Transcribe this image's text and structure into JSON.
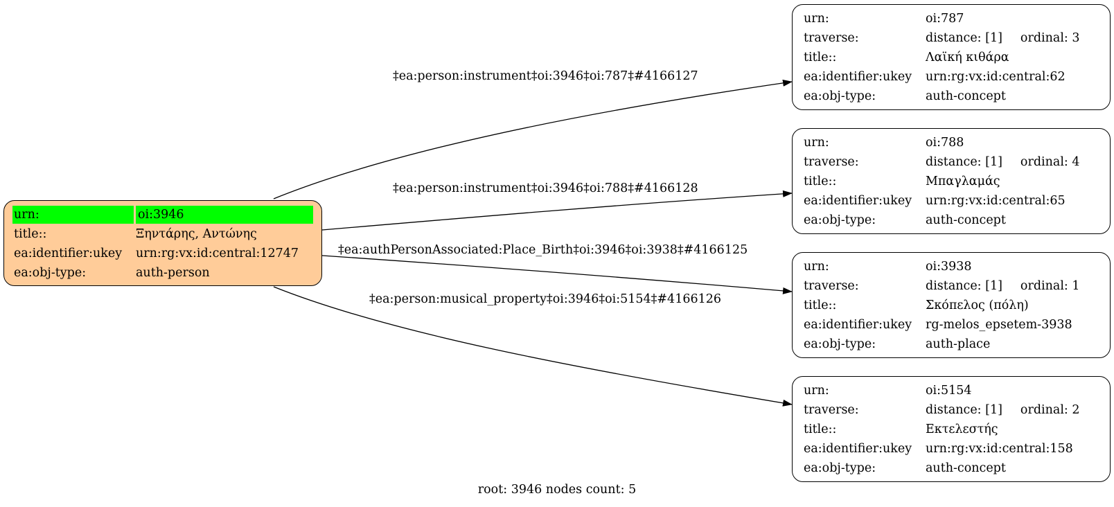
{
  "graph": {
    "root": {
      "rows": [
        {
          "key": "urn:",
          "value": "oi:3946",
          "highlight": true
        },
        {
          "key": "title::",
          "value": "Ξηντάρης, Αντώνης"
        },
        {
          "key": "ea:identifier:ukey",
          "value": "urn:rg:vx:id:central:12747"
        },
        {
          "key": "ea:obj-type:",
          "value": "auth-person"
        }
      ],
      "fill_color": "#ffcc99",
      "highlight_color": "#00ff00"
    },
    "children": [
      {
        "urn_key": "urn:",
        "urn": "oi:787",
        "traverse_key": "traverse:",
        "distance": "distance: [1]",
        "ordinal": "ordinal: 3",
        "title_key": "title::",
        "title": "Λαϊκή κιθάρα",
        "ukey_key": "ea:identifier:ukey",
        "ukey": "urn:rg:vx:id:central:62",
        "type_key": "ea:obj-type:",
        "type": "auth-concept"
      },
      {
        "urn_key": "urn:",
        "urn": "oi:788",
        "traverse_key": "traverse:",
        "distance": "distance: [1]",
        "ordinal": "ordinal: 4",
        "title_key": "title::",
        "title": "Μπαγλαμάς",
        "ukey_key": "ea:identifier:ukey",
        "ukey": "urn:rg:vx:id:central:65",
        "type_key": "ea:obj-type:",
        "type": "auth-concept"
      },
      {
        "urn_key": "urn:",
        "urn": "oi:3938",
        "traverse_key": "traverse:",
        "distance": "distance: [1]",
        "ordinal": "ordinal: 1",
        "title_key": "title::",
        "title": "Σκόπελος (πόλη)",
        "ukey_key": "ea:identifier:ukey",
        "ukey": "rg-melos_epsetem-3938",
        "type_key": "ea:obj-type:",
        "type": "auth-place"
      },
      {
        "urn_key": "urn:",
        "urn": "oi:5154",
        "traverse_key": "traverse:",
        "distance": "distance: [1]",
        "ordinal": "ordinal: 2",
        "title_key": "title::",
        "title": "Εκτελεστής",
        "ukey_key": "ea:identifier:ukey",
        "ukey": "urn:rg:vx:id:central:158",
        "type_key": "ea:obj-type:",
        "type": "auth-concept"
      }
    ],
    "edges": [
      {
        "from": "oi:3946",
        "to": "oi:787",
        "label": "‡ea:person:instrument‡oi:3946‡oi:787‡#4166127"
      },
      {
        "from": "oi:3946",
        "to": "oi:788",
        "label": "‡ea:person:instrument‡oi:3946‡oi:788‡#4166128"
      },
      {
        "from": "oi:3946",
        "to": "oi:3938",
        "label": "‡ea:authPersonAssociated:Place_Birth‡oi:3946‡oi:3938‡#4166125"
      },
      {
        "from": "oi:3946",
        "to": "oi:5154",
        "label": "‡ea:person:musical_property‡oi:3946‡oi:5154‡#4166126"
      }
    ],
    "footer": "root: 3946 nodes count: 5"
  }
}
